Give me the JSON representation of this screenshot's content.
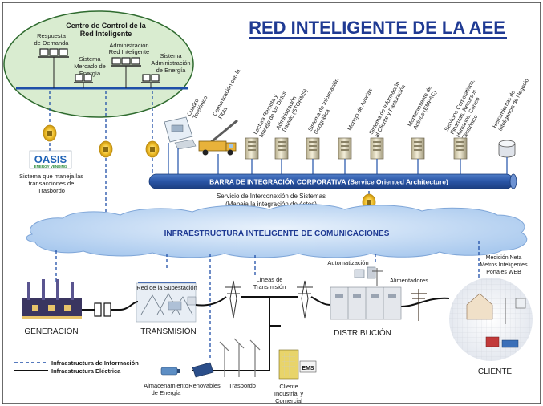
{
  "title": "RED INTELIGENTE DE LA AEE",
  "control_center": {
    "title_line1": "Centro de Control de la",
    "title_line2": "Red Inteligente",
    "modules": [
      {
        "lines": [
          "Respuesta",
          "de Demanda"
        ]
      },
      {
        "lines": [
          "Sistema",
          "Mercado de",
          "Energía"
        ]
      },
      {
        "lines": [
          "Administración",
          "Red Inteligente"
        ]
      },
      {
        "lines": [
          "Sistema",
          "Administración",
          "de Energía"
        ]
      }
    ]
  },
  "oasis": {
    "logo": "OASIS",
    "logo_sub": "ENERGY VENDING",
    "caption_lines": [
      "Sistema que maneja las",
      "transacciones de",
      "Trasbordo"
    ]
  },
  "systems": [
    {
      "lines": [
        "Cuadro",
        "Telefónico"
      ]
    },
    {
      "lines": [
        "Comunicación con la",
        "Flota"
      ]
    },
    {
      "lines": [
        "Lectura Remota y",
        "Manejo de los Datos"
      ]
    },
    {
      "lines": [
        "Administración",
        "Tratado (STORMS)"
      ]
    },
    {
      "lines": [
        "Sistema de Información",
        "Geográfica"
      ]
    },
    {
      "lines": [
        "Manejo de Averías"
      ]
    },
    {
      "lines": [
        "Sistema de Información",
        "al Cliente y Facturación"
      ]
    },
    {
      "lines": [
        "Mantenimiento de",
        "Activos (EMPAC)"
      ]
    },
    {
      "lines": [
        "Servicios Corporativos,",
        "Finanzas, Recursos",
        "Humanos, Correo",
        "Electrónico"
      ]
    },
    {
      "lines": [
        "Herramientas de",
        "Inteligencia de Negocio"
      ]
    }
  ],
  "bus": {
    "label": "BARRA DE INTEGRACIÓN CORPORATIVA (Service Oriented Architecture)",
    "service_line1": "Servicio de Interconexión de Sistemas",
    "service_line2": "(Maneja la integración de éstos)"
  },
  "cloud_label": "INFRAESTRUCTURA INTELIGENTE DE COMUNICACIONES",
  "grid": {
    "generation": "GENERACIÓN",
    "substation_net": "Red de la Subestación",
    "transmission": "TRANSMISIÓN",
    "lines_line1": "Líneas de",
    "lines_line2": "Transmisión",
    "automation": "Automatización",
    "feeders": "Alimentadores",
    "distribution": "DISTRIBUCIÓN",
    "client_info": [
      "Medición Neta",
      "Metros Inteligentes",
      "Portales WEB"
    ],
    "client": "CLIENTE",
    "storage_lines": [
      "Almacenamiento",
      "de Energía"
    ],
    "renewables": "Renovables",
    "wheeling": "Trasbordo",
    "industrial_lines": [
      "Cliente",
      "Industrial y",
      "Comercial"
    ],
    "ems": "EMS"
  },
  "legend": {
    "info": "Infraestructura de Información",
    "electric": "Infraestructura Eléctrica"
  },
  "colors": {
    "title": "#1f3a93",
    "info_line": "#1f4fa8",
    "bus_fill": "#2a55a6",
    "bus_text": "#ffffff",
    "ellipse_fill": "#d9ecd0",
    "cloud_fill": "#cfe2f7",
    "cloud_text": "#1f3a93",
    "electric_line": "#111111"
  }
}
